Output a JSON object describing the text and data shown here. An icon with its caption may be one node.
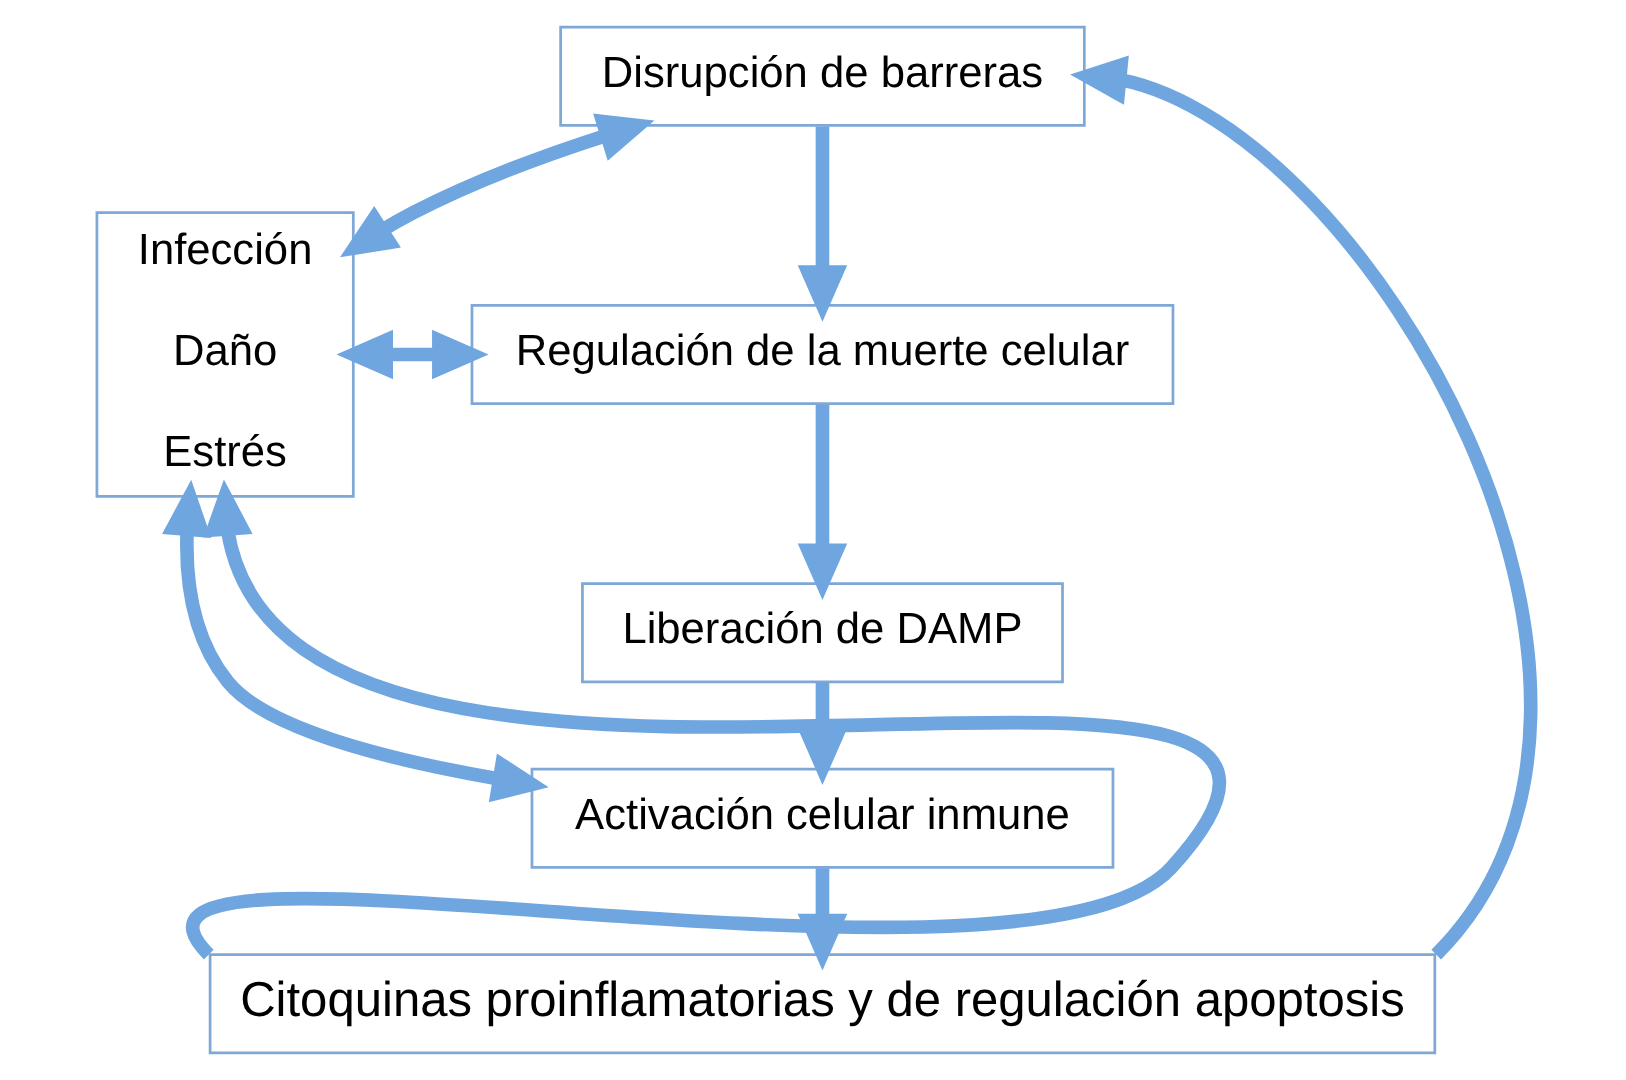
{
  "diagram": {
    "nodes": [
      {
        "text": [
          "Infección",
          "Daño",
          "Estrés"
        ]
      },
      {
        "text": [
          "Disrupción de barreras"
        ]
      },
      {
        "text": [
          "Regulación de la muerte celular"
        ]
      },
      {
        "text": [
          "Liberación de DAMP"
        ]
      },
      {
        "text": [
          "Activación celular inmune"
        ]
      },
      {
        "text": [
          "Citoquinas proinflamatorias y de regulación apoptosis"
        ]
      }
    ],
    "edges": [
      {
        "from": 0,
        "to": 1,
        "arrow": "both"
      },
      {
        "from": 0,
        "to": 2,
        "arrow": "both"
      },
      {
        "from": 0,
        "to": 4,
        "arrow": "both"
      },
      {
        "from": 1,
        "to": 2,
        "arrow": "to"
      },
      {
        "from": 2,
        "to": 3,
        "arrow": "to"
      },
      {
        "from": 3,
        "to": 4,
        "arrow": "to"
      },
      {
        "from": 4,
        "to": 5,
        "arrow": "to"
      },
      {
        "from": 5,
        "to": 1,
        "arrow": "to"
      },
      {
        "from": 5,
        "to": 0,
        "arrow": "to"
      }
    ]
  }
}
